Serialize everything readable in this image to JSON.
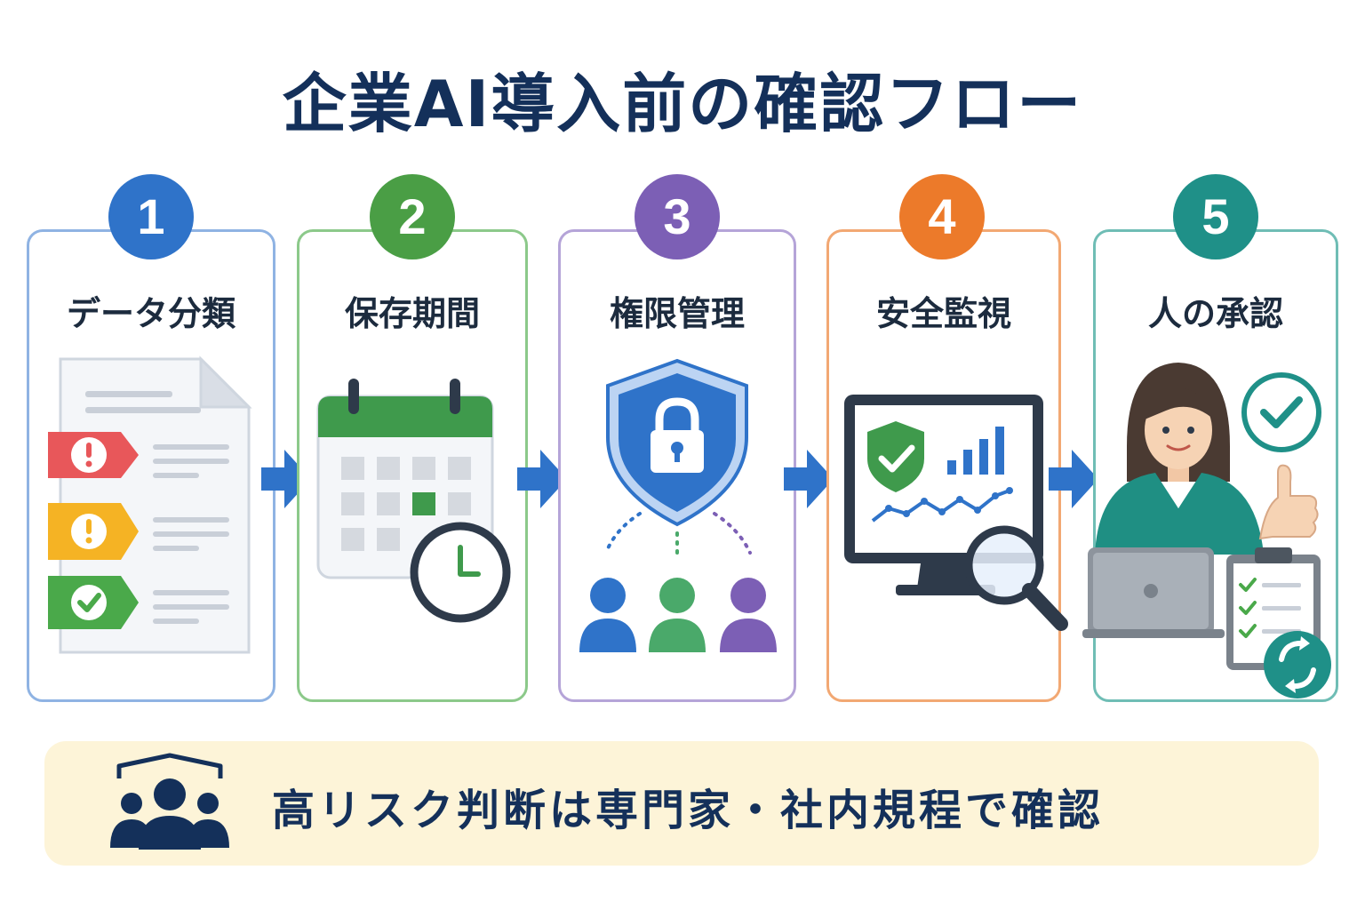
{
  "title": "企業AI導入前の確認フロー",
  "steps": [
    {
      "number": "1",
      "label": "データ分類",
      "color": "#2f73c9"
    },
    {
      "number": "2",
      "label": "保存期間",
      "color": "#4a9e45"
    },
    {
      "number": "3",
      "label": "権限管理",
      "color": "#7c5fb5"
    },
    {
      "number": "4",
      "label": "安全監視",
      "color": "#ec7a2a"
    },
    {
      "number": "5",
      "label": "人の承認",
      "color": "#1f9088"
    }
  ],
  "banner": {
    "text": "高リスク判断は専門家・社内規程で確認",
    "icon": "people-group-icon",
    "background": "#fdf4d8"
  },
  "colors": {
    "title": "#14305a",
    "arrow": "#2f73c9",
    "alert_red": "#e8575a",
    "alert_yellow": "#f5b324",
    "ok_green": "#4aa94a"
  }
}
